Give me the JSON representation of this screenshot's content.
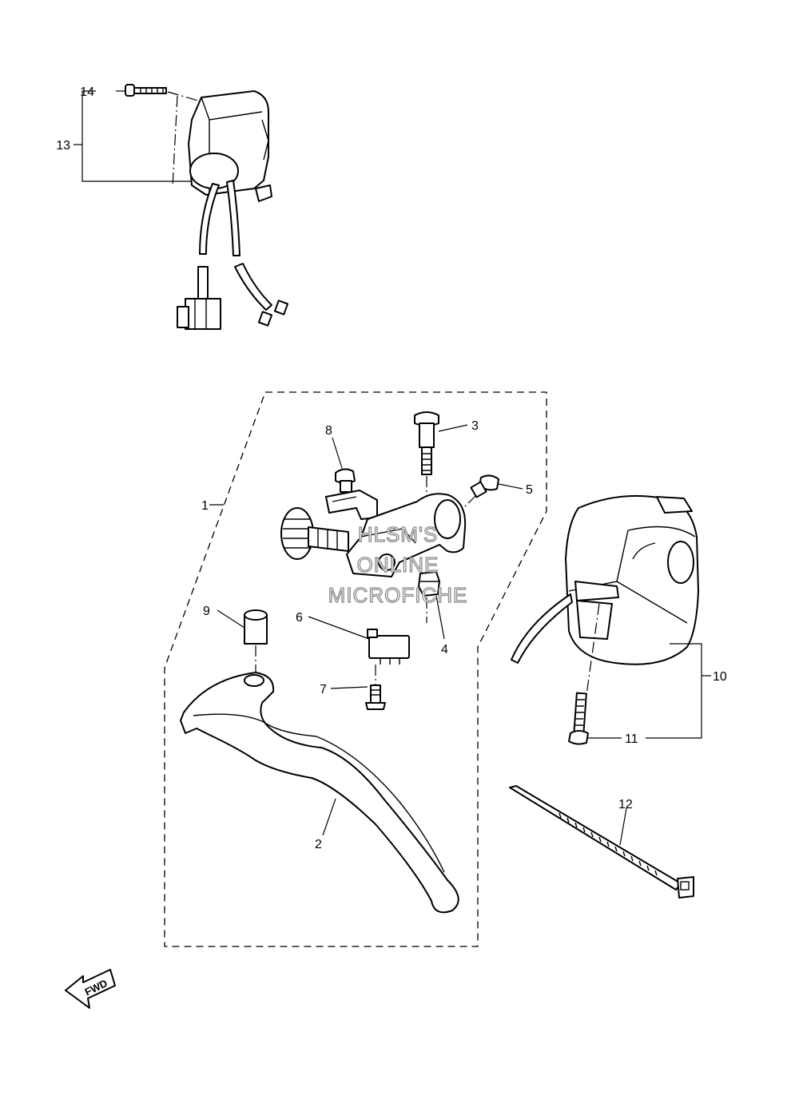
{
  "callouts": {
    "c1": "1",
    "c2": "2",
    "c3": "3",
    "c4": "4",
    "c5": "5",
    "c6": "6",
    "c7": "7",
    "c8": "8",
    "c9": "9",
    "c10": "10",
    "c11": "11",
    "c12": "12",
    "c13": "13",
    "c14": "14"
  },
  "watermark": {
    "line1": "HLSM'S",
    "line2": "ONLINE",
    "line3": "MICROFICHE"
  },
  "direction_badge": {
    "text": "FWD",
    "icon": "fwd-arrow-icon"
  }
}
